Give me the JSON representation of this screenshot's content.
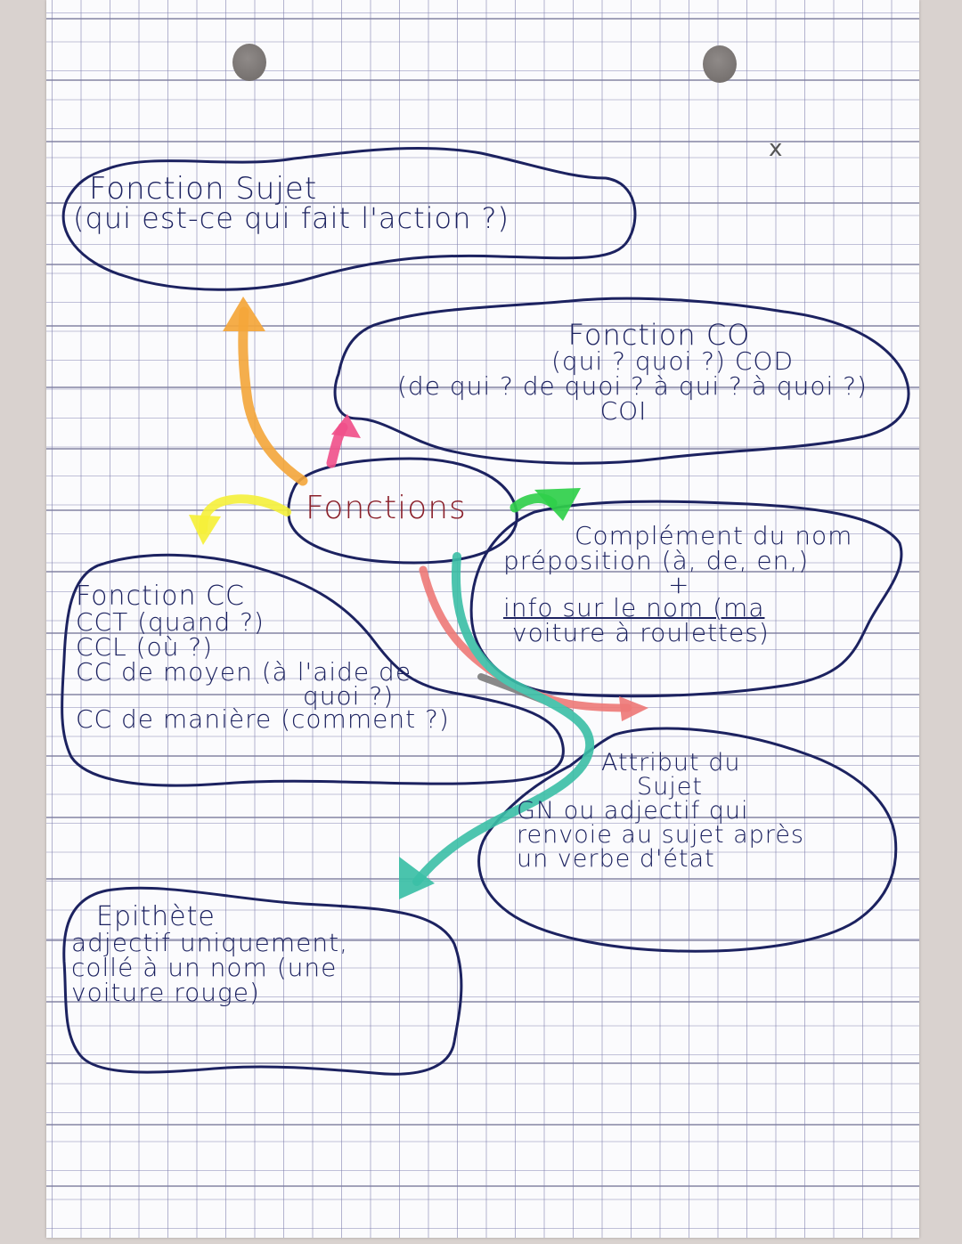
{
  "diagram": {
    "type": "mind-map",
    "medium": "handwritten on grid paper",
    "center": {
      "label": "Fonctions",
      "color": "#8a1f2a"
    },
    "margin_mark": "x",
    "nodes": [
      {
        "id": "sujet",
        "title": "Fonction Sujet",
        "lines": [
          "(qui est-ce qui fait l'action ?)"
        ],
        "arrow_color": "#f4a63a"
      },
      {
        "id": "co",
        "title": "Fonction CO",
        "lines": [
          "(qui ? quoi ?) COD",
          "(de qui ? de quoi ? à qui ? à quoi ?)",
          "COI"
        ],
        "arrow_color": "#f0508a"
      },
      {
        "id": "cdn",
        "title": "Complément du nom",
        "lines": [
          "préposition (à, de, en,)",
          "+",
          "info sur le nom (ma",
          "voiture à roulettes)"
        ],
        "arrow_color": "#2fcf4a"
      },
      {
        "id": "cc",
        "title": "Fonction CC",
        "lines": [
          "CCT (quand ?)",
          "CCL (où ?)",
          "CC de moyen (à l'aide de",
          "quoi ?)",
          "CC de manière (comment ?)"
        ],
        "arrow_color": "#f5f03a"
      },
      {
        "id": "attribut",
        "title": "Attribut du",
        "lines": [
          "Sujet",
          "GN ou adjectif qui",
          "renvoie au sujet après",
          "un verbe d'état"
        ],
        "arrow_color": "#ee7a78"
      },
      {
        "id": "epithete",
        "title": "Epithète",
        "lines": [
          "adjectif uniquement,",
          "collé à un nom (une",
          "voiture rouge)"
        ],
        "arrow_color": "#3bbfa6"
      }
    ],
    "edges": [
      {
        "from": "Fonctions",
        "to": "sujet",
        "color": "#f4a63a"
      },
      {
        "from": "Fonctions",
        "to": "co",
        "color": "#f0508a"
      },
      {
        "from": "Fonctions",
        "to": "cdn",
        "color": "#2fcf4a"
      },
      {
        "from": "Fonctions",
        "to": "cc",
        "color": "#f5f03a"
      },
      {
        "from": "Fonctions",
        "to": "attribut",
        "color": "#ee7a78"
      },
      {
        "from": "Fonctions",
        "to": "epithete",
        "color": "#3bbfa6"
      }
    ]
  }
}
